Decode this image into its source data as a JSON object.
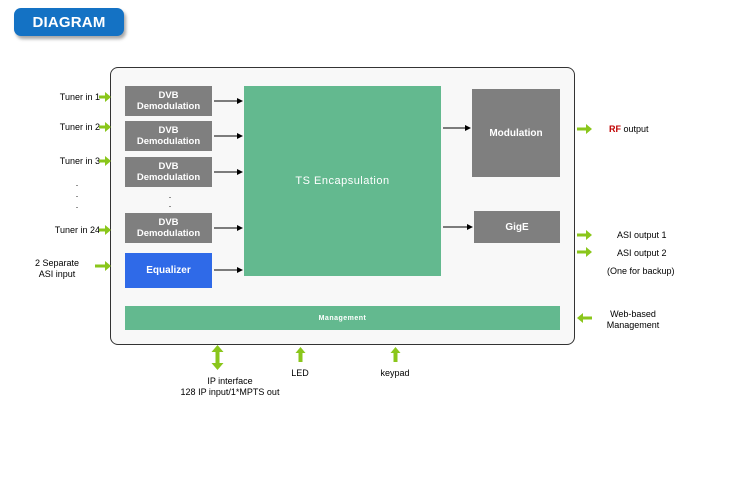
{
  "header": {
    "title": "DIAGRAM"
  },
  "colors": {
    "header_blue": "#1472c4",
    "block_gray": "#7f7f7f",
    "block_green": "#63b98f",
    "equalizer_blue": "#2f6ae8",
    "arrow_green": "#8ac61b",
    "rf_red": "#c00000"
  },
  "inputs": {
    "tuner1": "Tuner in 1",
    "tuner2": "Tuner in 2",
    "tuner3": "Tuner in 3",
    "ellipsis": ".",
    "tuner24": "Tuner in 24",
    "asi_line1": "2 Separate",
    "asi_line2": "ASI input"
  },
  "blocks": {
    "dvb_line1": "DVB",
    "dvb_line2": "Demodulation",
    "ts": "TS Encapsulation",
    "modulation": "Modulation",
    "gige": "GigE",
    "equalizer": "Equalizer",
    "management": "Management"
  },
  "outputs": {
    "rf_prefix": "RF",
    "rf_suffix": " output",
    "asi1": "ASI output 1",
    "asi2": "ASI output 2",
    "backup": "(One for backup)",
    "web_line1": "Web-based",
    "web_line2": "Management"
  },
  "bottom": {
    "ip_line1": "IP interface",
    "ip_line2": "128 IP input/1*MPTS out",
    "led": "LED",
    "keypad": "keypad"
  }
}
